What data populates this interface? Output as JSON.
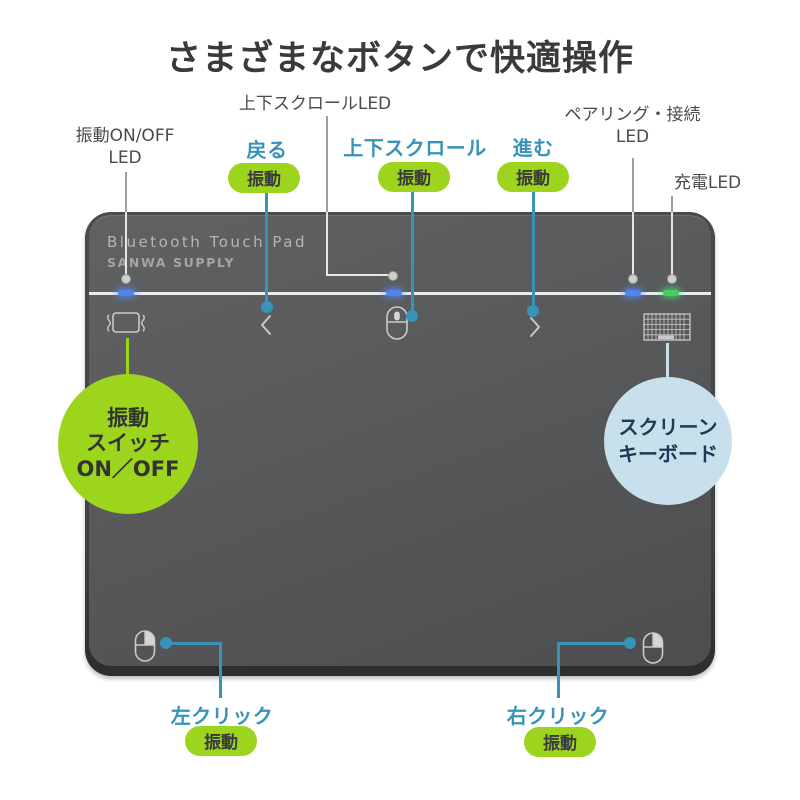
{
  "title": "さまざまなボタンで快適操作",
  "colors": {
    "accent_teal": "#3793b8",
    "accent_green": "#9cd41e",
    "callout_light_blue": "#c8dfec",
    "label_gray": "#4a4a4a",
    "device_gray": "#58595b",
    "led_blue": "#4e84f2",
    "led_green": "#43d062"
  },
  "device": {
    "brand_line1": "Bluetooth Touch Pad",
    "brand_line2": "SANWA SUPPLY"
  },
  "callouts": {
    "vibration_led": {
      "line1": "振動ON/OFF",
      "line2": "LED"
    },
    "scroll_led": {
      "label": "上下スクロールLED"
    },
    "back": {
      "label": "戻る",
      "badge": "振動"
    },
    "scroll": {
      "label": "上下スクロール",
      "badge": "振動"
    },
    "forward": {
      "label": "進む",
      "badge": "振動"
    },
    "pairing_led": {
      "line1": "ペアリング・接続",
      "line2": "LED"
    },
    "charge_led": {
      "label": "充電LED"
    },
    "left_click": {
      "label": "左クリック",
      "badge": "振動"
    },
    "right_click": {
      "label": "右クリック",
      "badge": "振動"
    },
    "vibration_switch": {
      "line1": "振動",
      "line2": "スイッチ",
      "line3": "ON／OFF"
    },
    "screen_keyboard": {
      "line1": "スクリーン",
      "line2": "キーボード"
    }
  },
  "icons": [
    "vibration-icon",
    "back-chevron-icon",
    "scroll-mouse-icon",
    "forward-chevron-icon",
    "screen-keyboard-icon",
    "left-click-mouse-icon",
    "right-click-mouse-icon",
    "vibration-led",
    "scroll-led",
    "pairing-led",
    "charge-led"
  ]
}
